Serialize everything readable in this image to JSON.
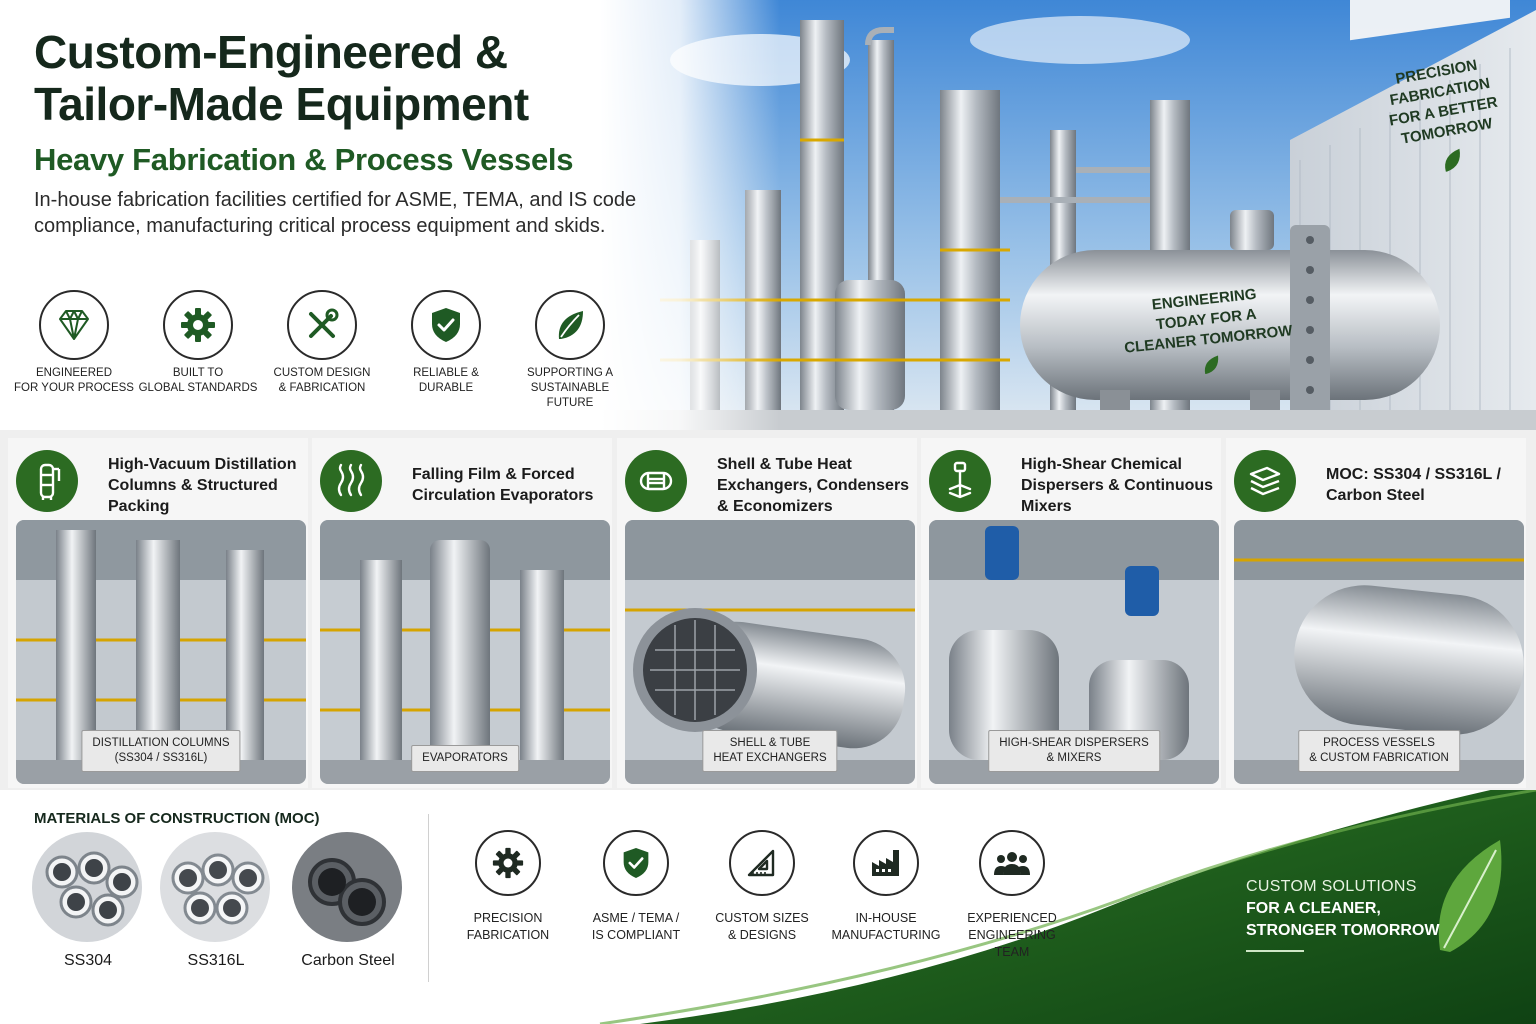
{
  "hero": {
    "title_line1": "Custom-Engineered &",
    "title_line2": "Tailor-Made Equipment",
    "subtitle": "Heavy Fabrication & Process Vessels",
    "description": "In-house fabrication facilities certified for ASME, TEMA, and IS code compliance, manufacturing critical process equipment and skids.",
    "features": [
      {
        "icon": "diamond-icon",
        "line1": "Engineered",
        "line2": "for your process"
      },
      {
        "icon": "gear-icon",
        "line1": "Built to",
        "line2": "global standards"
      },
      {
        "icon": "wrench-screwdriver-icon",
        "line1": "Custom design",
        "line2": "& fabrication"
      },
      {
        "icon": "shield-check-icon",
        "line1": "Reliable &",
        "line2": "durable"
      },
      {
        "icon": "leaf-icon",
        "line1": "Supporting a",
        "line2": "sustainable future"
      }
    ],
    "vessel_banner": [
      "Engineering",
      "today for a",
      "cleaner tomorrow"
    ],
    "building_banner": [
      "Precision",
      "fabrication",
      "for a better",
      "tomorrow"
    ]
  },
  "cards": [
    {
      "icon": "distillation-column-icon",
      "title": "High-Vacuum Distillation Columns & Structured Packing",
      "plaque_line1": "Distillation Columns",
      "plaque_line2": "(SS304 / SS316L)"
    },
    {
      "icon": "heat-waves-icon",
      "title": "Falling Film & Forced Circulation Evaporators",
      "plaque_line1": "Evaporators",
      "plaque_line2": ""
    },
    {
      "icon": "heat-exchanger-icon",
      "title": "Shell & Tube Heat Exchangers, Condensers & Economizers",
      "plaque_line1": "Shell & Tube",
      "plaque_line2": "Heat Exchangers"
    },
    {
      "icon": "mixer-icon",
      "title": "High-Shear Chemical Dispersers & Continuous Mixers",
      "plaque_line1": "High-Shear Dispersers",
      "plaque_line2": "& Mixers"
    },
    {
      "icon": "layers-icon",
      "title": "MOC: SS304 / SS316L / Carbon Steel",
      "plaque_line1": "Process Vessels",
      "plaque_line2": "& Custom Fabrication"
    }
  ],
  "materials": {
    "title": "Materials of Construction (MOC)",
    "items": [
      {
        "label": "SS304",
        "color": "#c9ccd0"
      },
      {
        "label": "SS316L",
        "color": "#d7d9dc"
      },
      {
        "label": "Carbon Steel",
        "color": "#5b5e62"
      }
    ]
  },
  "bottom_features": [
    {
      "icon": "gear-icon",
      "line1": "Precision",
      "line2": "fabrication"
    },
    {
      "icon": "shield-check-icon",
      "line1": "ASME / TEMA /",
      "line2": "IS compliant"
    },
    {
      "icon": "triangle-ruler-icon",
      "line1": "Custom sizes",
      "line2": "& designs"
    },
    {
      "icon": "factory-icon",
      "line1": "In-house",
      "line2": "manufacturing"
    },
    {
      "icon": "team-icon",
      "line1": "Experienced",
      "line2": "engineering team"
    }
  ],
  "cta": {
    "line1": "Custom solutions",
    "line2": "for a cleaner,",
    "line3": "stronger tomorrow"
  },
  "colors": {
    "brand_green": "#2c6b22",
    "dark_green": "#15281c",
    "sky": "#8fb8e0"
  }
}
